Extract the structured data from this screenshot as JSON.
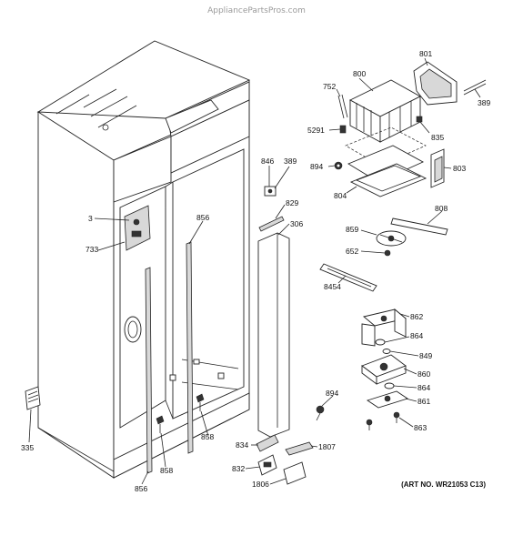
{
  "watermark": "AppliancePartsPros.com",
  "art_number": "(ART NO. WR21053 C13)",
  "callouts": {
    "c801": "801",
    "c389a": "389",
    "c800": "800",
    "c752": "752",
    "c5291": "5291",
    "c835": "835",
    "c894a": "894",
    "c803": "803",
    "c804": "804",
    "c846": "846",
    "c389b": "389",
    "c829": "829",
    "c306": "306",
    "c808": "808",
    "c859": "859",
    "c652": "652",
    "c3": "3",
    "c856a": "856",
    "c733": "733",
    "c8454": "8454",
    "c862": "862",
    "c864a": "864",
    "c849": "849",
    "c860": "860",
    "c864b": "864",
    "c861": "861",
    "c863": "863",
    "c894b": "894",
    "c335": "335",
    "c858a": "858",
    "c834": "834",
    "c1807": "1807",
    "c832": "832",
    "c858b": "858",
    "c856b": "856",
    "c1806": "1806"
  }
}
